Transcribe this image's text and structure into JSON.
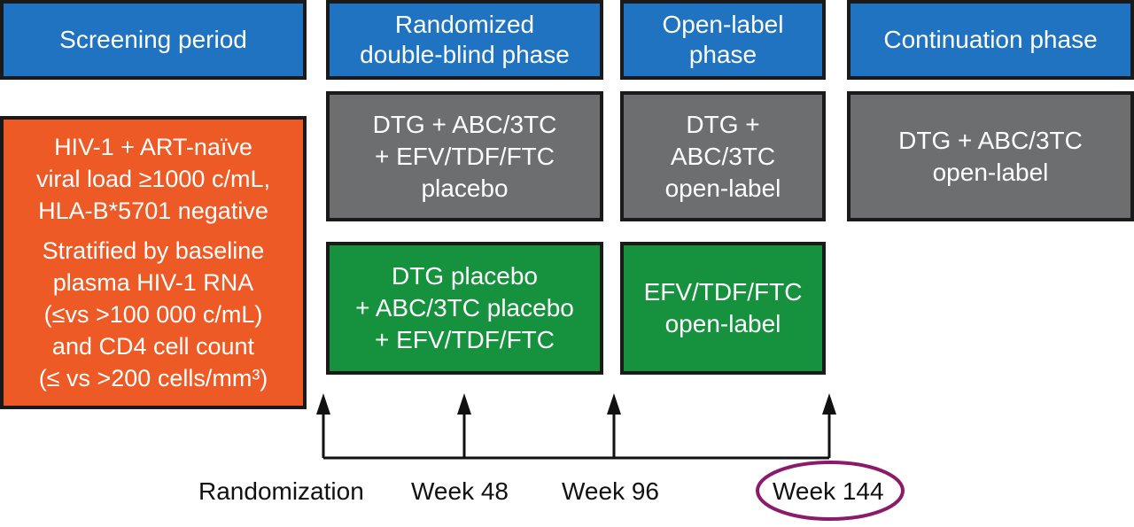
{
  "phases": {
    "screening": [
      "Screening period"
    ],
    "randomized": [
      "Randomized",
      "double-blind phase"
    ],
    "open_label": [
      "Open-label",
      "phase"
    ],
    "continuation": [
      "Continuation phase"
    ]
  },
  "eligibility": {
    "criteria": [
      "HIV-1 + ART-naïve",
      "viral load ≥1000 c/mL,",
      "HLA-B*5701 negative"
    ],
    "stratification": [
      "Stratified by baseline",
      "plasma HIV-1 RNA",
      "(≤vs >100 000 c/mL)",
      "and CD4 cell count",
      "(≤ vs >200 cells/mm³)"
    ]
  },
  "arms": {
    "dtg_randomized": [
      "DTG + ABC/3TC",
      "+ EFV/TDF/FTC",
      "placebo"
    ],
    "dtg_open_label": [
      "DTG +",
      "ABC/3TC",
      "open-label"
    ],
    "dtg_continuation": [
      "DTG + ABC/3TC",
      "open-label"
    ],
    "efv_randomized": [
      "DTG placebo",
      "+ ABC/3TC placebo",
      "+ EFV/TDF/FTC"
    ],
    "efv_open_label": [
      "EFV/TDF/FTC",
      "open-label"
    ]
  },
  "timeline": {
    "milestones": [
      "Randomization",
      "Week 48",
      "Week 96",
      "Week 144"
    ],
    "highlighted": "Week 144"
  },
  "colors": {
    "header": "#1f73c0",
    "eligibility": "#ee5a25",
    "dtg_arm": "#6d6e70",
    "efv_arm": "#16923e",
    "highlight_ring": "#8b1a6b"
  }
}
